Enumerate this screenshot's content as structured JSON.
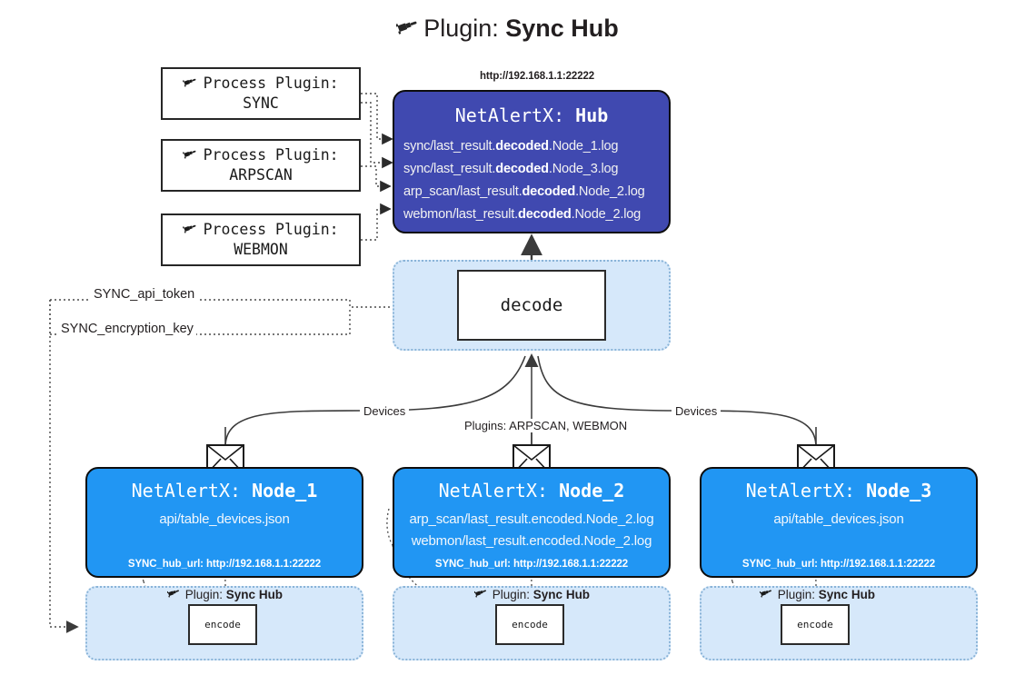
{
  "title": {
    "icon": "plug-icon",
    "prefix": "Plugin: ",
    "name": "Sync Hub"
  },
  "process_plugins": [
    {
      "icon": "plug-icon",
      "line1": "Process Plugin:",
      "line2": "SYNC"
    },
    {
      "icon": "plug-icon",
      "line1": "Process Plugin:",
      "line2": "ARPSCAN"
    },
    {
      "icon": "plug-icon",
      "line1": "Process Plugin:",
      "line2": "WEBMON"
    }
  ],
  "hub": {
    "url": "http://192.168.1.1:22222",
    "title_prefix": "NetAlertX: ",
    "title_name": "Hub",
    "lines": [
      {
        "pre": "sync/last_result.",
        "strong": "decoded",
        "post": ".Node_1.log"
      },
      {
        "pre": "sync/last_result.",
        "strong": "decoded",
        "post": ".Node_3.log"
      },
      {
        "pre": "arp_scan/last_result.",
        "strong": "decoded",
        "post": ".Node_2.log"
      },
      {
        "pre": "webmon/last_result.",
        "strong": "decoded",
        "post": ".Node_2.log"
      }
    ]
  },
  "decode": {
    "label": "decode"
  },
  "tokens": [
    {
      "label": "SYNC_api_token"
    },
    {
      "label": "SYNC_encryption_key"
    }
  ],
  "edge_labels": {
    "left": "Devices",
    "center": "Plugins: ARPSCAN, WEBMON",
    "right": "Devices"
  },
  "nodes": [
    {
      "title_prefix": "NetAlertX: ",
      "title_name": "Node_1",
      "lines": [
        "api/table_devices.json"
      ],
      "footer": "SYNC_hub_url: http://192.168.1.1:22222",
      "envelope": "envelope-icon"
    },
    {
      "title_prefix": "NetAlertX: ",
      "title_name": "Node_2",
      "lines": [
        "arp_scan/last_result.encoded.Node_2.log",
        "webmon/last_result.encoded.Node_2.log"
      ],
      "footer": "SYNC_hub_url: http://192.168.1.1:22222",
      "envelope": "envelope-icon"
    },
    {
      "title_prefix": "NetAlertX: ",
      "title_name": "Node_3",
      "lines": [
        "api/table_devices.json"
      ],
      "footer": "SYNC_hub_url: http://192.168.1.1:22222",
      "envelope": "envelope-icon"
    }
  ],
  "plugins": [
    {
      "icon": "plug-icon",
      "prefix": "Plugin: ",
      "name": "Sync Hub",
      "encode_label": "encode"
    },
    {
      "icon": "plug-icon",
      "prefix": "Plugin: ",
      "name": "Sync Hub",
      "encode_label": "encode"
    },
    {
      "icon": "plug-icon",
      "prefix": "Plugin: ",
      "name": "Sync Hub",
      "encode_label": "encode"
    }
  ],
  "colors": {
    "hub_fill": "#4049b0",
    "node_fill": "#2196f3",
    "plugin_fill": "#d6e8fa",
    "stroke": "#0d0d0d"
  }
}
